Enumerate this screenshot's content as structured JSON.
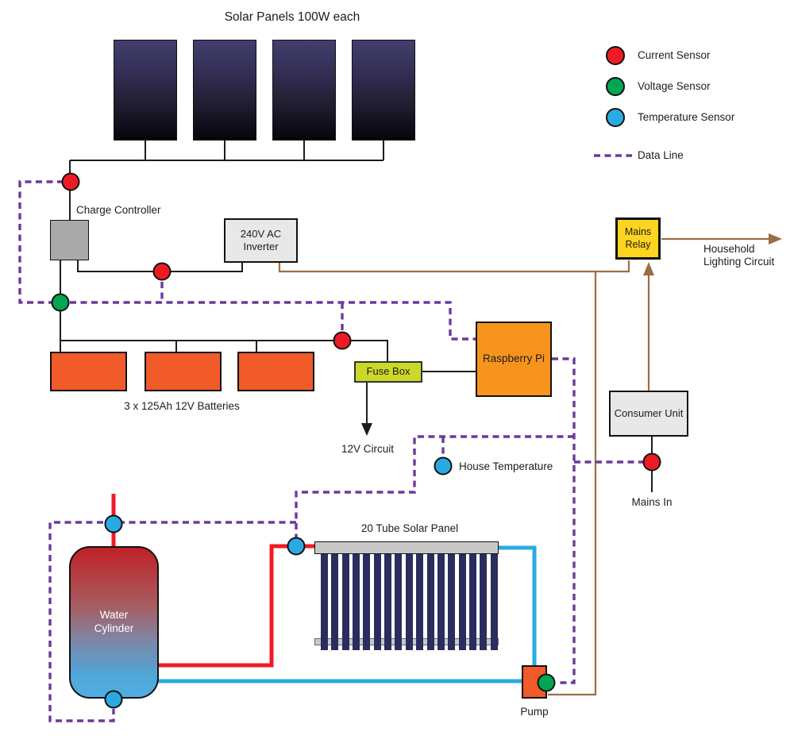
{
  "diagram": {
    "title": "Solar Panels 100W each",
    "labels": {
      "charge_controller": "Charge Controller",
      "inverter": "240V AC\nInverter",
      "mains_relay": "Mains\nRelay",
      "household_lighting": "Household\nLighting Circuit",
      "batteries": "3 x 125Ah 12V Batteries",
      "fuse_box": "Fuse Box",
      "twelve_v_circuit": "12V Circuit",
      "raspberry_pi": "Raspberry Pi",
      "consumer_unit": "Consumer Unit",
      "mains_in": "Mains In",
      "house_temperature": "House Temperature",
      "tube_panel": "20 Tube Solar Panel",
      "water_cylinder": "Water\nCylinder",
      "pump": "Pump"
    }
  },
  "legend": {
    "items": [
      {
        "label": "Current Sensor",
        "color": "#ed1c24"
      },
      {
        "label": "Voltage Sensor",
        "color": "#00a651"
      },
      {
        "label": "Temperature Sensor",
        "color": "#29abe2"
      }
    ],
    "data_line_label": "Data Line",
    "data_line_color": "#6b3a9b"
  },
  "colors": {
    "current_sensor": "#ed1c24",
    "voltage_sensor": "#00a651",
    "temperature_sensor": "#29abe2",
    "data_line": "#6b3a9b",
    "mains_wire": "#9d6d45",
    "dc_wire": "#1d1d1b",
    "hot_pipe": "#ed1c24",
    "cold_pipe": "#29abe2",
    "battery_fill": "#f15a29",
    "raspberry_pi_fill": "#f7941e",
    "fuse_box_fill": "#ccd829",
    "mains_relay_fill": "#fdd41f",
    "pump_fill": "#f15a29"
  }
}
